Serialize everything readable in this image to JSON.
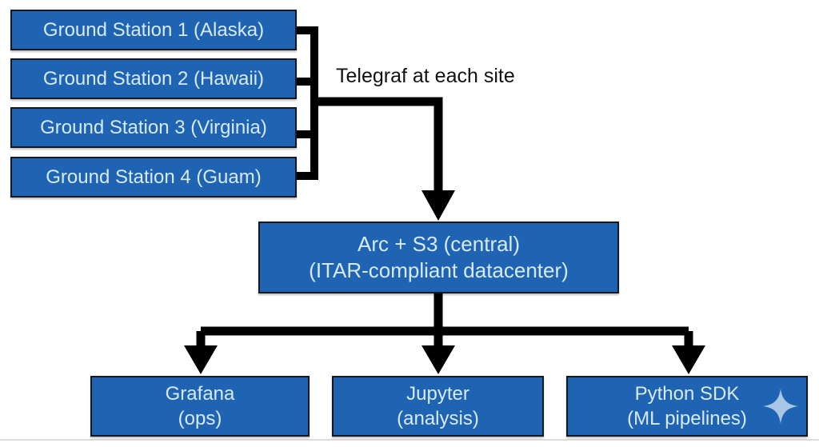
{
  "diagram": {
    "title_hint": "Ground station telemetry architecture",
    "ground_stations": [
      {
        "label": "Ground Station 1 (Alaska)"
      },
      {
        "label": "Ground Station 2 (Hawaii)"
      },
      {
        "label": "Ground Station 3 (Virginia)"
      },
      {
        "label": "Ground Station 4 (Guam)"
      }
    ],
    "annotation": "Telegraf at each site",
    "central": {
      "line1": "Arc + S3 (central)",
      "line2": "(ITAR-compliant datacenter)"
    },
    "outputs": [
      {
        "line1": "Grafana",
        "line2": "(ops)"
      },
      {
        "line1": "Jupyter",
        "line2": "(analysis)"
      },
      {
        "line1": "Python SDK",
        "line2": "(ML pipelines)"
      }
    ],
    "icons": {
      "sparkle": "four-point-sparkle"
    },
    "colors": {
      "node_fill": "#1f64b2",
      "node_border": "#14181f",
      "node_text": "#d8eaf9",
      "connector": "#000000",
      "annotation_text": "#111111",
      "sparkle": "#a9c6e6",
      "background": "#ffffff"
    }
  }
}
